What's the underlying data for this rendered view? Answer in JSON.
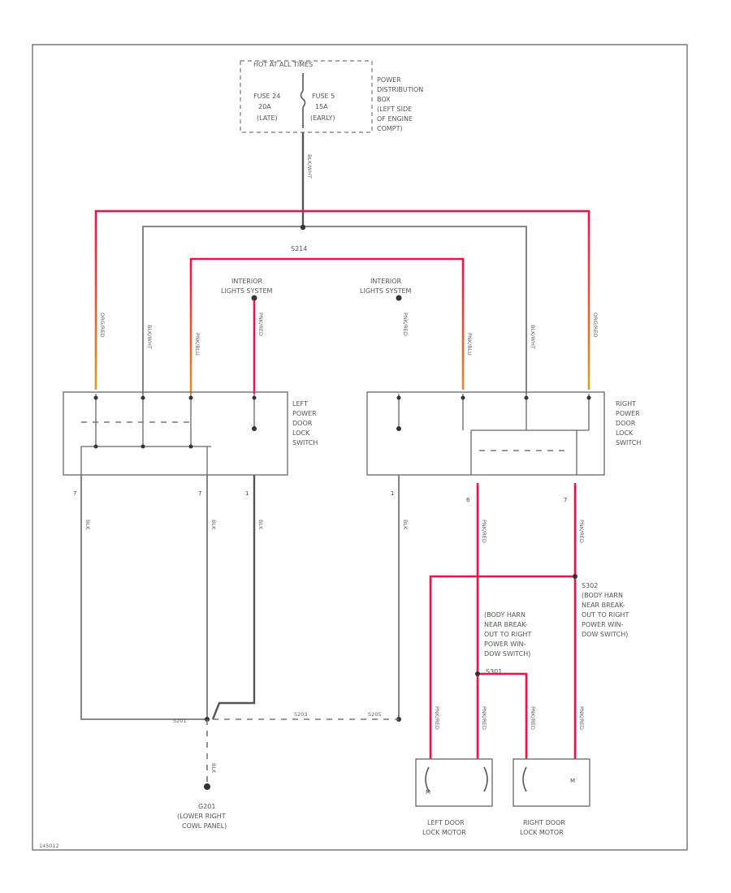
{
  "fuse_box": {
    "header": "HOT AT ALL TIMES",
    "fuse_left": [
      "FUSE 24",
      "20A",
      "(LATE)"
    ],
    "fuse_right": [
      "FUSE 5",
      "15A",
      "(EARLY)"
    ],
    "location": [
      "POWER",
      "DISTRIBUTION",
      "BOX",
      "(LEFT SIDE",
      "OF ENGINE",
      "COMPT)"
    ]
  },
  "splice_top": "S214",
  "interior_left": [
    "INTERIOR",
    "LIGHTS SYSTEM"
  ],
  "interior_right": [
    "INTERIOR",
    "LIGHTS SYSTEM"
  ],
  "left_switch": [
    "LEFT",
    "POWER",
    "DOOR",
    "LOCK",
    "SWITCH"
  ],
  "right_switch": [
    "RIGHT",
    "POWER",
    "DOOR",
    "LOCK",
    "SWITCH"
  ],
  "splice_right": [
    "S302",
    "(BODY HARN",
    "NEAR BREAK-",
    "OUT TO RIGHT",
    "POWER WIN-",
    "DOW SWITCH)"
  ],
  "splice_mid": [
    "(BODY HARN",
    "NEAR BREAK-",
    "OUT TO RIGHT",
    "POWER WIN-",
    "DOW SWITCH)",
    "S301"
  ],
  "ground": [
    "G201",
    "(LOWER RIGHT",
    "COWL PANEL)"
  ],
  "left_motor": [
    "LEFT DOOR",
    "LOCK MOTOR"
  ],
  "right_motor": [
    "RIGHT DOOR",
    "LOCK MOTOR"
  ],
  "wire_labels": {
    "feed": "BLK/WHT",
    "orn_red": "ORG/RED",
    "blk_wht": "BLK/WHT",
    "pnk_blu": "PNK/BLU",
    "pnk_red": "PNK/RED",
    "blk": "BLK",
    "s201": "S201",
    "s203": "S203",
    "s205": "S205"
  },
  "page_code": "145012",
  "colors": {
    "red_wire": "#ff0a47",
    "orange_wire": "#d9a020",
    "gray_wire": "#777777"
  }
}
